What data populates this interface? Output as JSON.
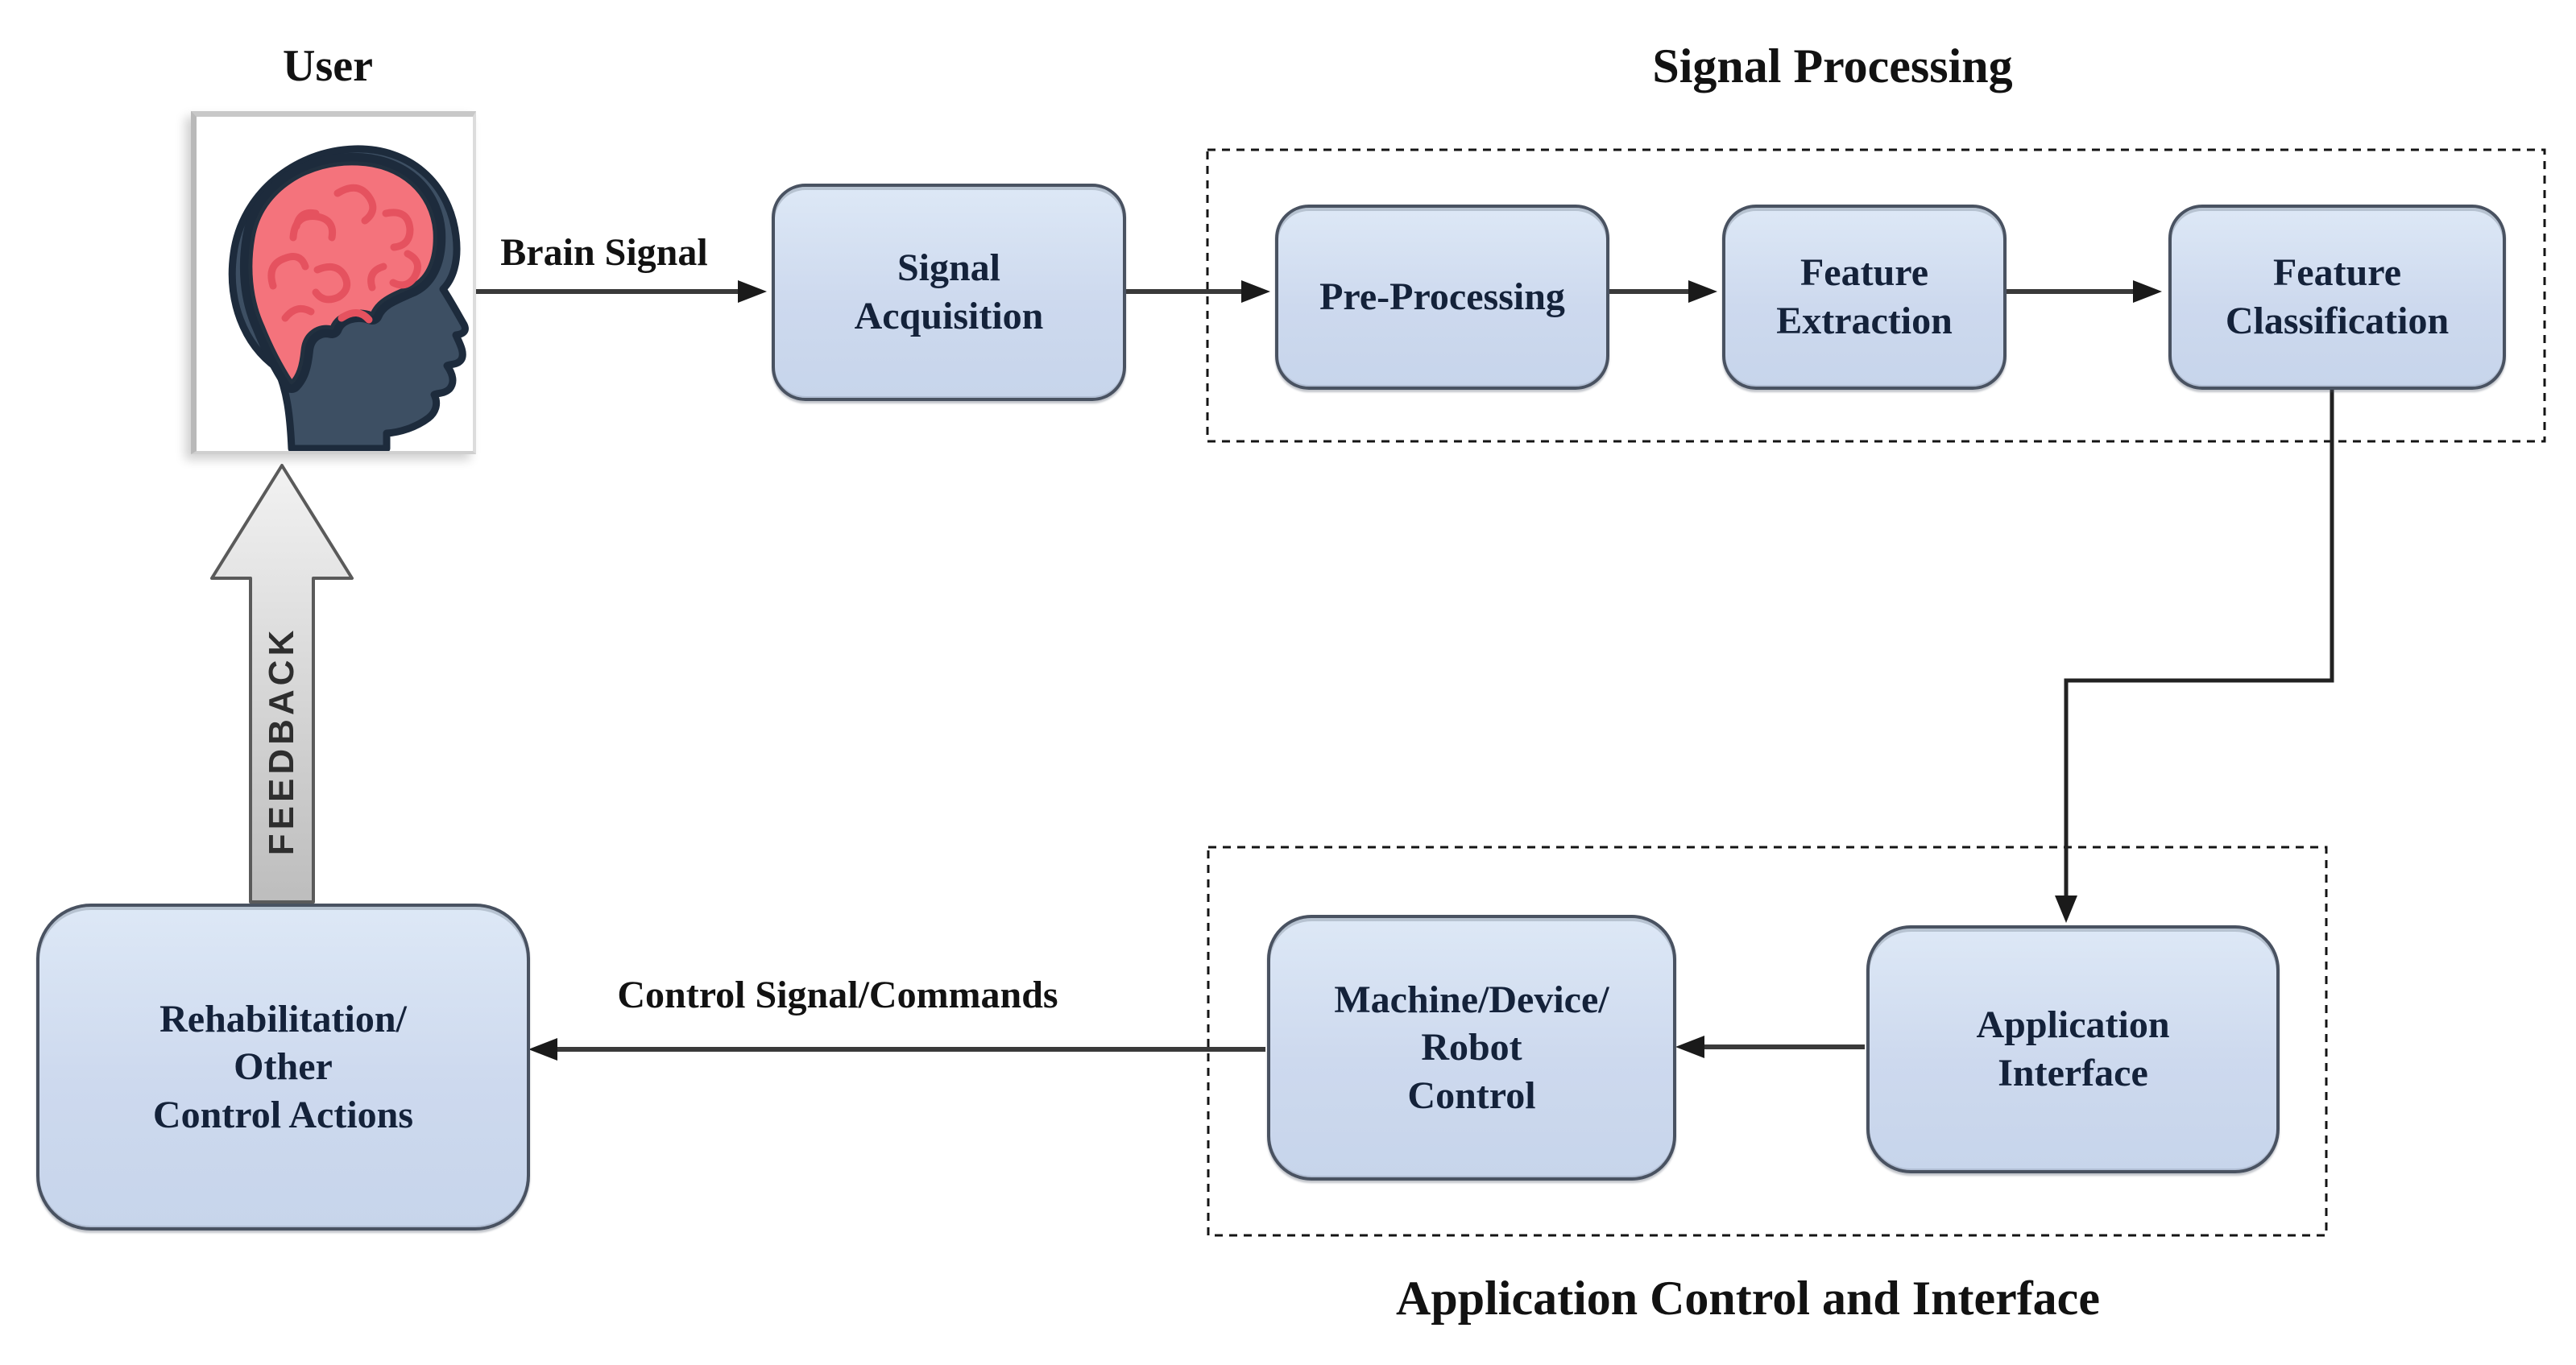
{
  "user_label": "User",
  "labels": {
    "brain_signal": "Brain Signal",
    "control_signal": "Control Signal/Commands",
    "feedback": "FEEDBACK"
  },
  "sections": {
    "signal_processing_title": "Signal Processing",
    "application_control_caption": "Application Control and Interface"
  },
  "boxes": {
    "signal_acquisition": {
      "lines": [
        "Signal",
        "Acquisition"
      ]
    },
    "pre_processing": {
      "lines": [
        "Pre-Processing"
      ]
    },
    "feature_extraction": {
      "lines": [
        "Feature",
        "Extraction"
      ]
    },
    "feature_classification": {
      "lines": [
        "Feature",
        "Classification"
      ]
    },
    "machine_control": {
      "lines": [
        "Machine/Device/",
        "Robot",
        "Control"
      ]
    },
    "application_interface": {
      "lines": [
        "Application",
        "Interface"
      ]
    },
    "rehabilitation": {
      "lines": [
        "Rehabilitation/",
        "Other",
        "Control Actions"
      ]
    }
  },
  "icons": {
    "head": "user-head-brain-icon"
  },
  "colors": {
    "box_fill": "#cfddf0",
    "box_border": "#495261",
    "box_text": "#14223a",
    "arrow_line": "#3a3a3a",
    "arrow_head": "#1a1a1a",
    "dashed_border": "#141414",
    "feedback_fill_top": "#f2f2f2",
    "feedback_fill_bottom": "#bdbdbd",
    "feedback_outline": "#5a5a5a",
    "head_dark": "#1d2b3c",
    "head_face": "#3d4f63",
    "brain_pink": "#f4737c",
    "brain_squiggle": "#e5525f"
  }
}
